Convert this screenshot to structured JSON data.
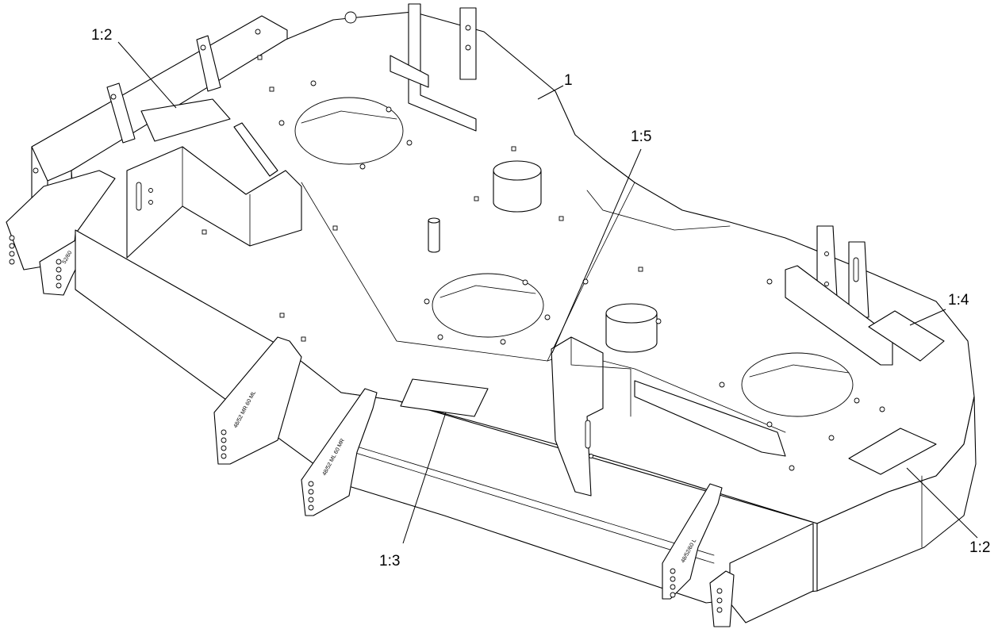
{
  "callouts": [
    {
      "id": "c1",
      "label": "1:2"
    },
    {
      "id": "c2",
      "label": "1"
    },
    {
      "id": "c3",
      "label": "1:5"
    },
    {
      "id": "c4",
      "label": "1:4"
    },
    {
      "id": "c5",
      "label": "1:3"
    },
    {
      "id": "c6",
      "label": "1:2"
    }
  ],
  "stamps": {
    "rear_bracket": "52/60",
    "left_front": "48/52 MR 60 ML",
    "center_front": "48/52 ML 60 MR",
    "right_front": "48/52/60 L"
  }
}
